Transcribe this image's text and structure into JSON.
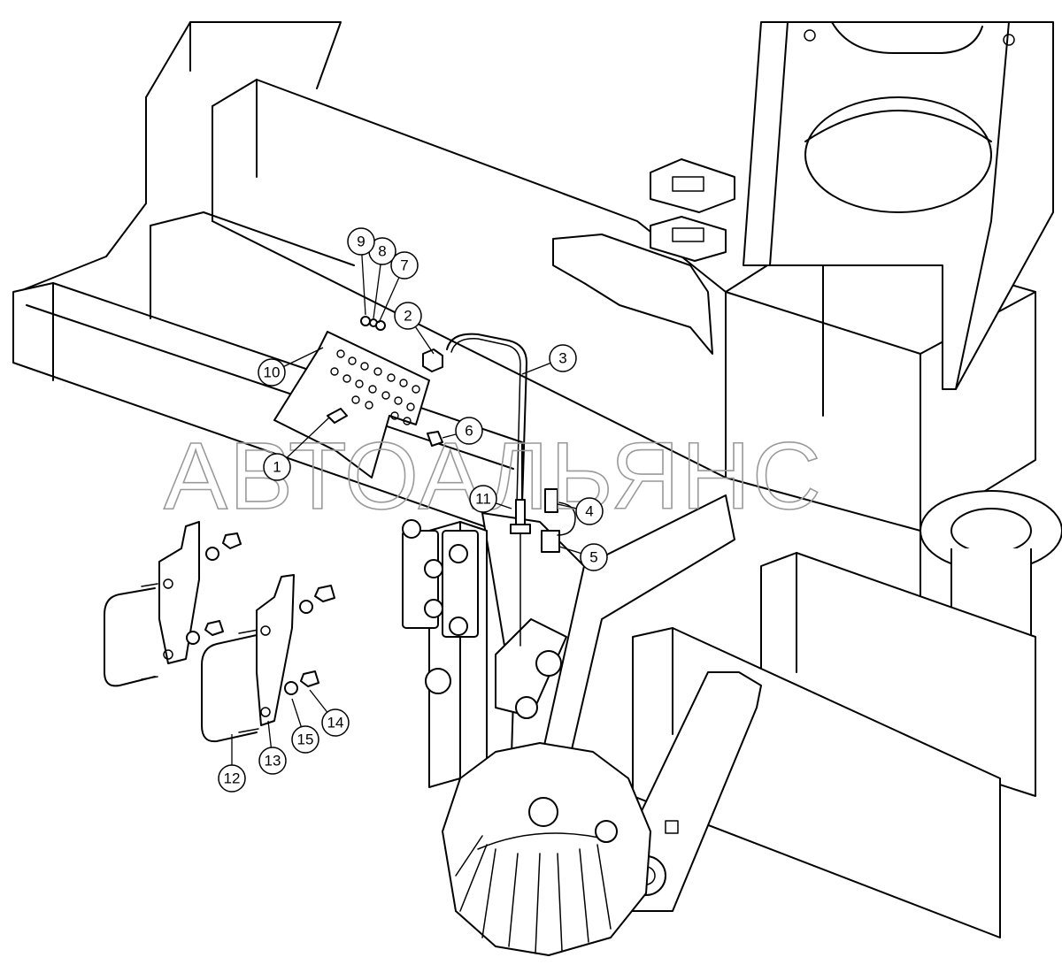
{
  "watermark": "АВТОАЛЬЯНС",
  "callouts": [
    {
      "num": "1"
    },
    {
      "num": "2"
    },
    {
      "num": "3"
    },
    {
      "num": "4"
    },
    {
      "num": "5"
    },
    {
      "num": "6"
    },
    {
      "num": "7"
    },
    {
      "num": "8"
    },
    {
      "num": "9"
    },
    {
      "num": "10"
    },
    {
      "num": "11"
    },
    {
      "num": "12"
    },
    {
      "num": "13"
    },
    {
      "num": "14"
    },
    {
      "num": "15"
    }
  ],
  "colors": {
    "line": "#000000",
    "watermark": "#9a9a9a",
    "background": "#ffffff"
  }
}
